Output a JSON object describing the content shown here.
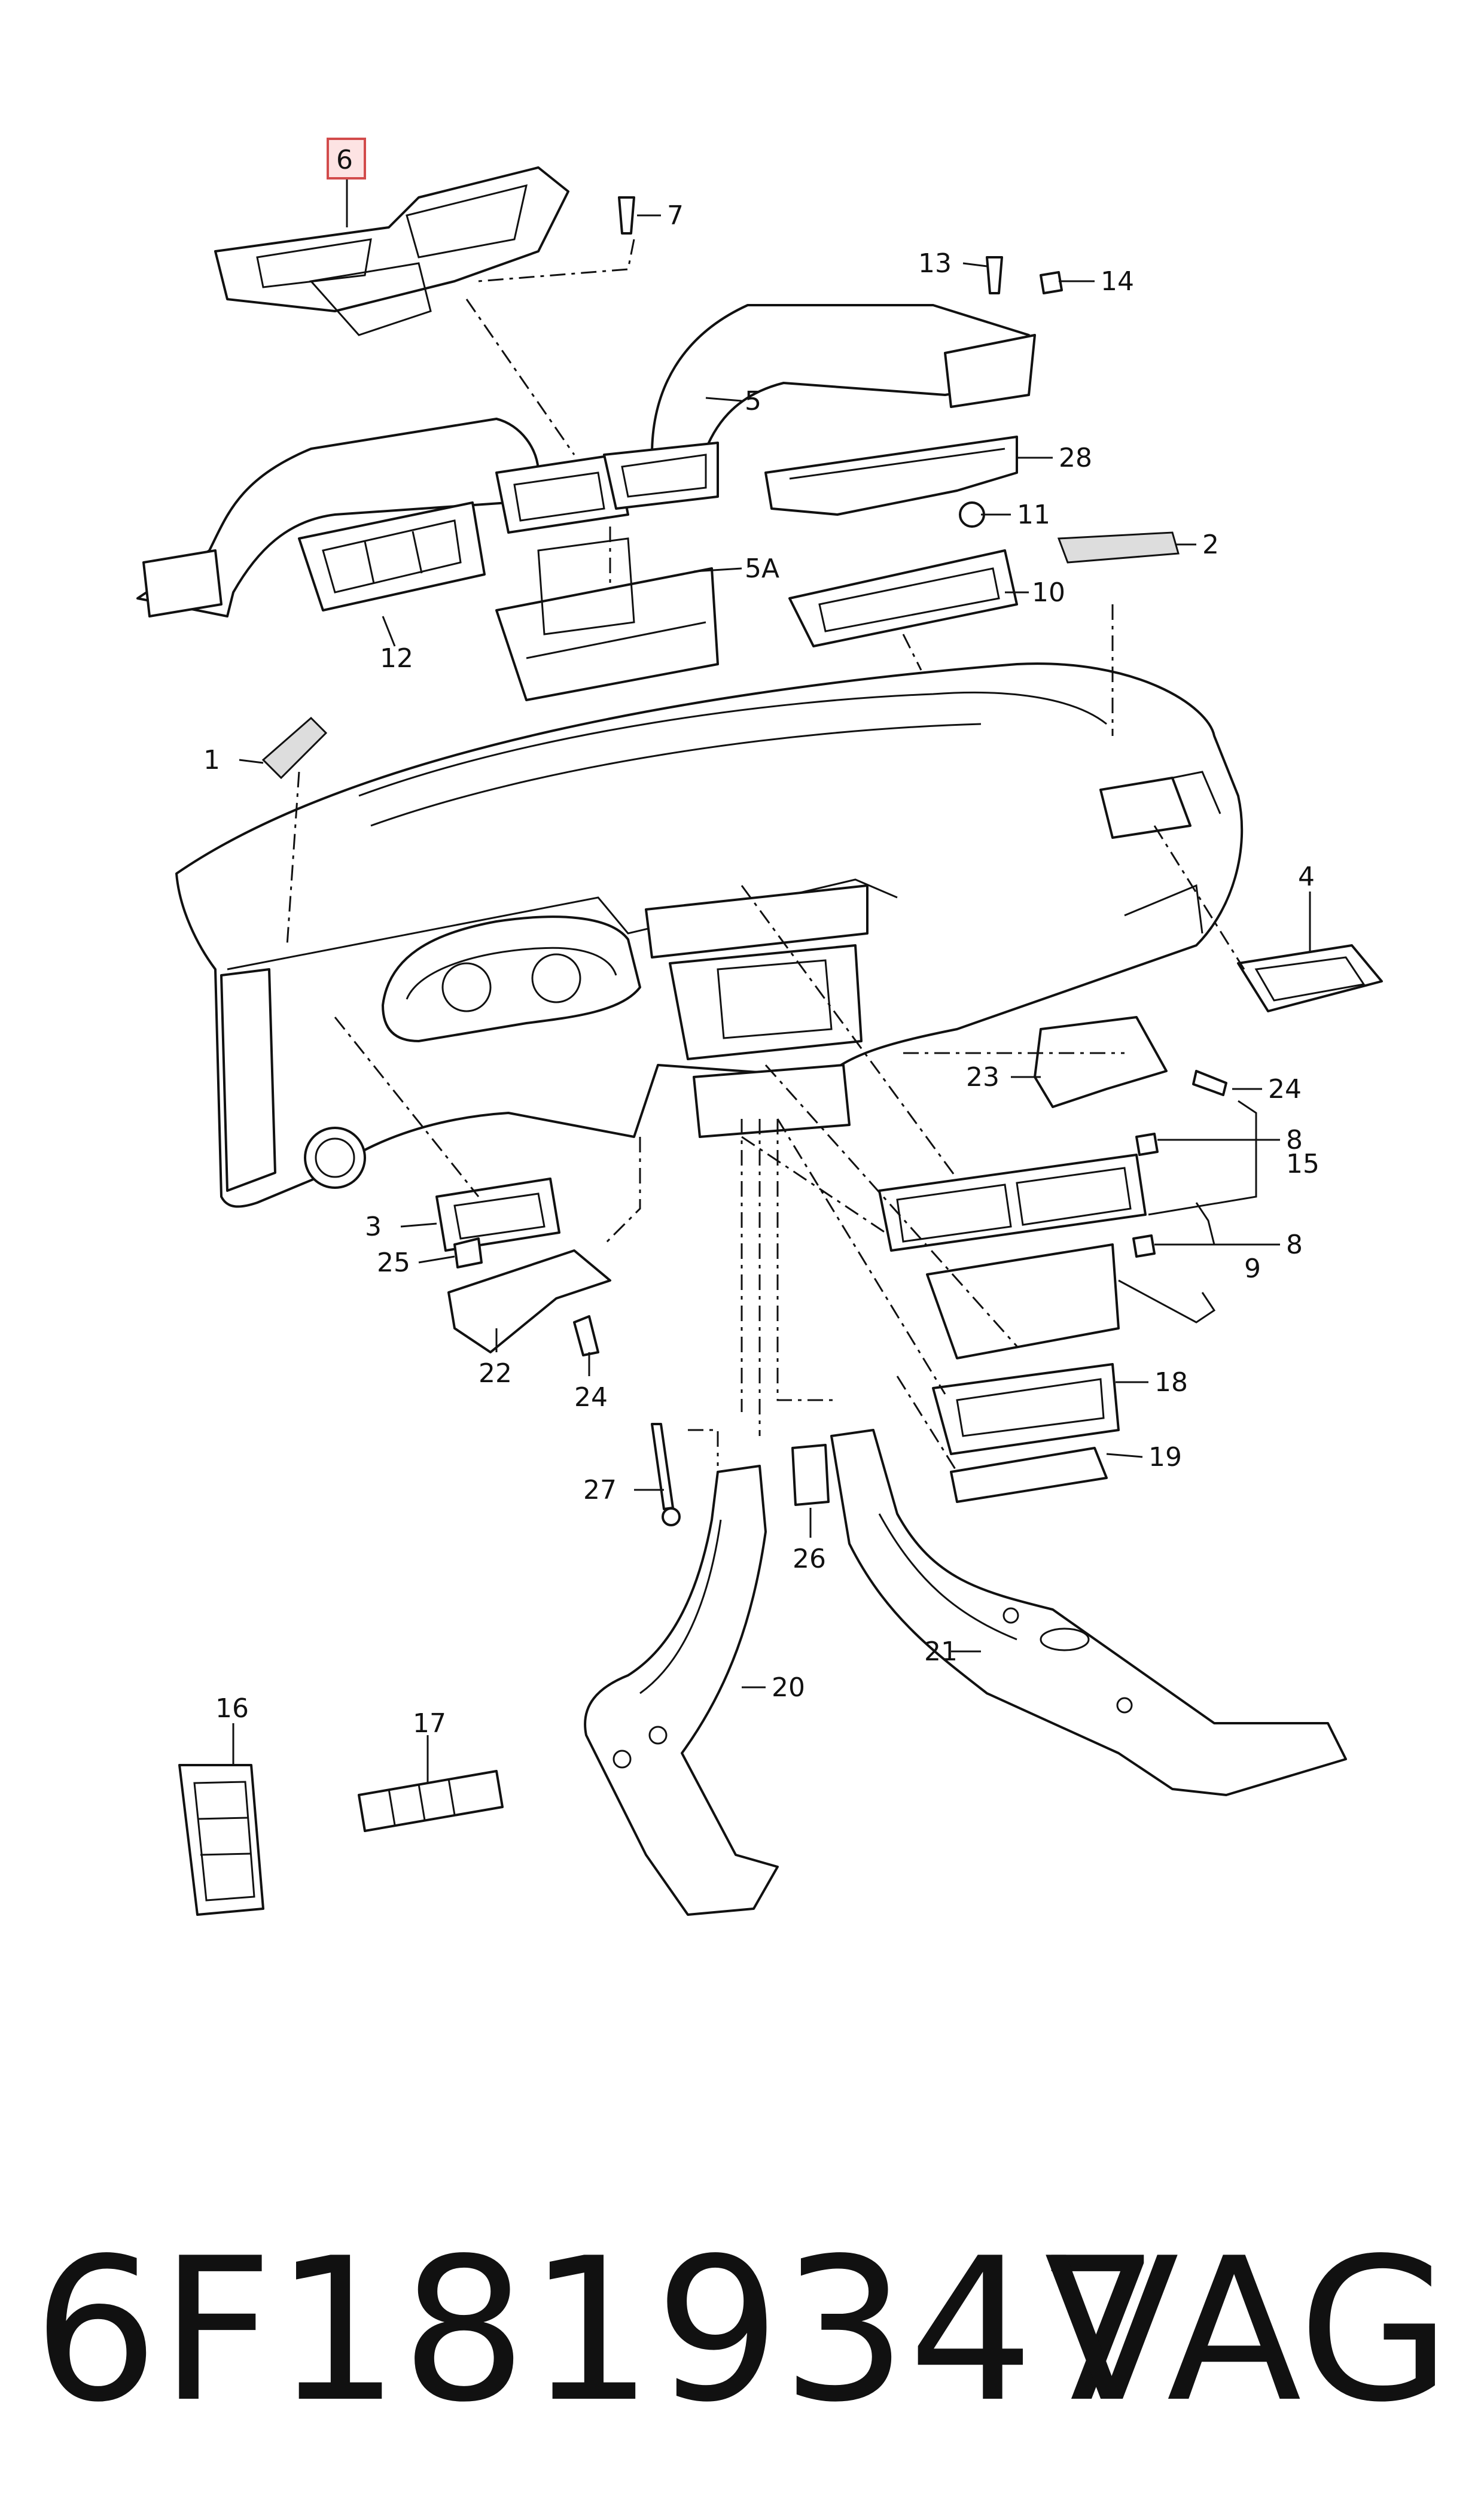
{
  "callouts": {
    "c1": "1",
    "c2": "2",
    "c3": "3",
    "c4": "4",
    "c5": "5",
    "c5a": "5A",
    "c6": "6",
    "c7": "7",
    "c8a": "8",
    "c8b": "8",
    "c9": "9",
    "c10": "10",
    "c11": "11",
    "c12": "12",
    "c13": "13",
    "c14": "14",
    "c15": "15",
    "c16": "16",
    "c17": "17",
    "c18": "18",
    "c19": "19",
    "c20": "20",
    "c21": "21",
    "c22": "22",
    "c23": "23",
    "c24a": "24",
    "c24b": "24",
    "c25": "25",
    "c26": "26",
    "c27": "27",
    "c28": "28"
  },
  "highlighted_callout": "6",
  "colors": {
    "highlight_fill": "#fde3e3",
    "highlight_stroke": "#d24b4b"
  },
  "footer": {
    "part_number": "6F1819347",
    "brand": "VAG"
  }
}
